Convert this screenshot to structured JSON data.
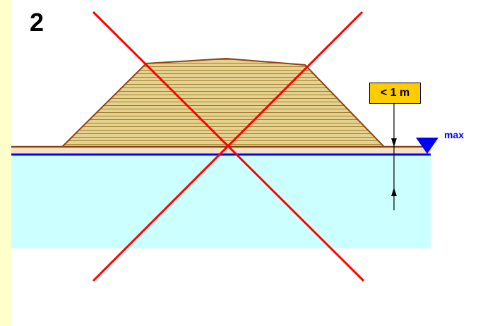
{
  "panel": {
    "number": "2",
    "depth_label": "< 1 m",
    "water_level_label": "max"
  },
  "colors": {
    "background": "#ffffcc",
    "page": "#ffffff",
    "water": "#ccffff",
    "water_line": "#0000ff",
    "embankment_fill": "#e6d290",
    "embankment_hatch": "#8b6914",
    "embankment_outline": "#8b4513",
    "ground_fill": "#f3e2c7",
    "cross": "#ff0000",
    "label_fill": "#ffcc00",
    "level_marker": "#0000ff"
  },
  "icons": {
    "water_level_marker": "inverted-triangle",
    "not_allowed": "red-x-cross"
  }
}
